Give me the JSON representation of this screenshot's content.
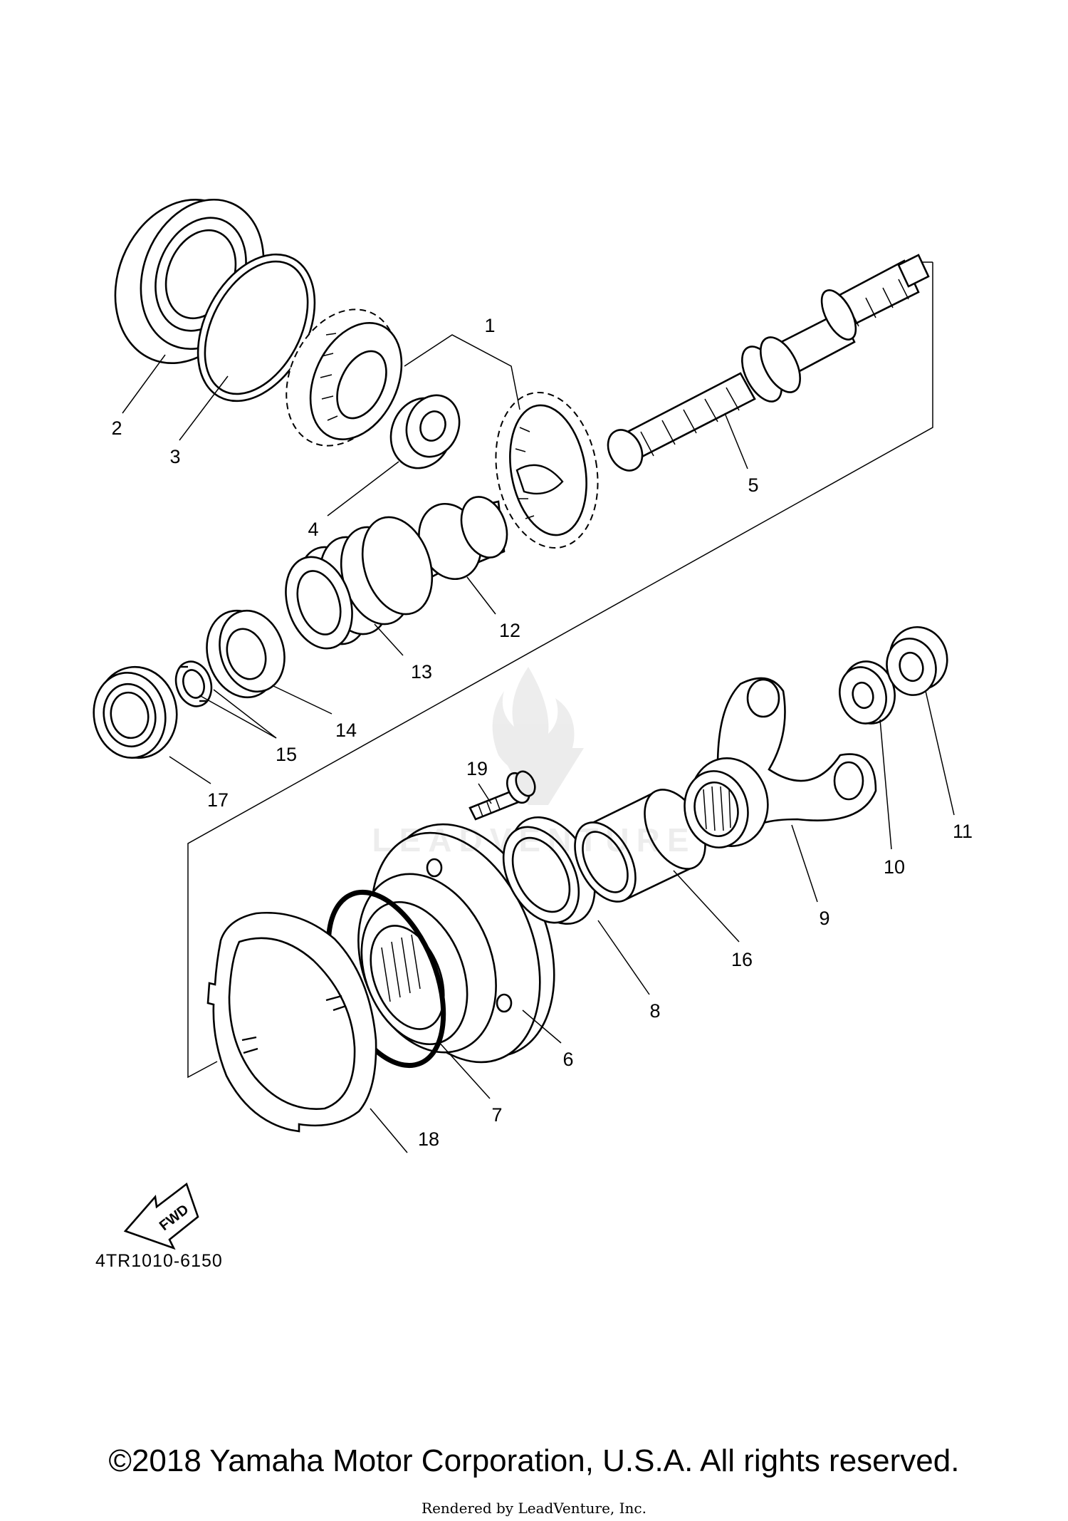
{
  "diagram": {
    "callouts": [
      "1",
      "2",
      "3",
      "4",
      "5",
      "6",
      "7",
      "8",
      "9",
      "10",
      "11",
      "12",
      "13",
      "14",
      "15",
      "16",
      "17",
      "18",
      "19"
    ],
    "drawing_code": "4TR1010-6150",
    "fwd_label": "FWD"
  },
  "watermark": {
    "text": "LEADVENTURE"
  },
  "footer": {
    "copyright": "©2018 Yamaha Motor Corporation, U.S.A. All rights reserved.",
    "rendered_by": "Rendered by LeadVenture, Inc."
  }
}
